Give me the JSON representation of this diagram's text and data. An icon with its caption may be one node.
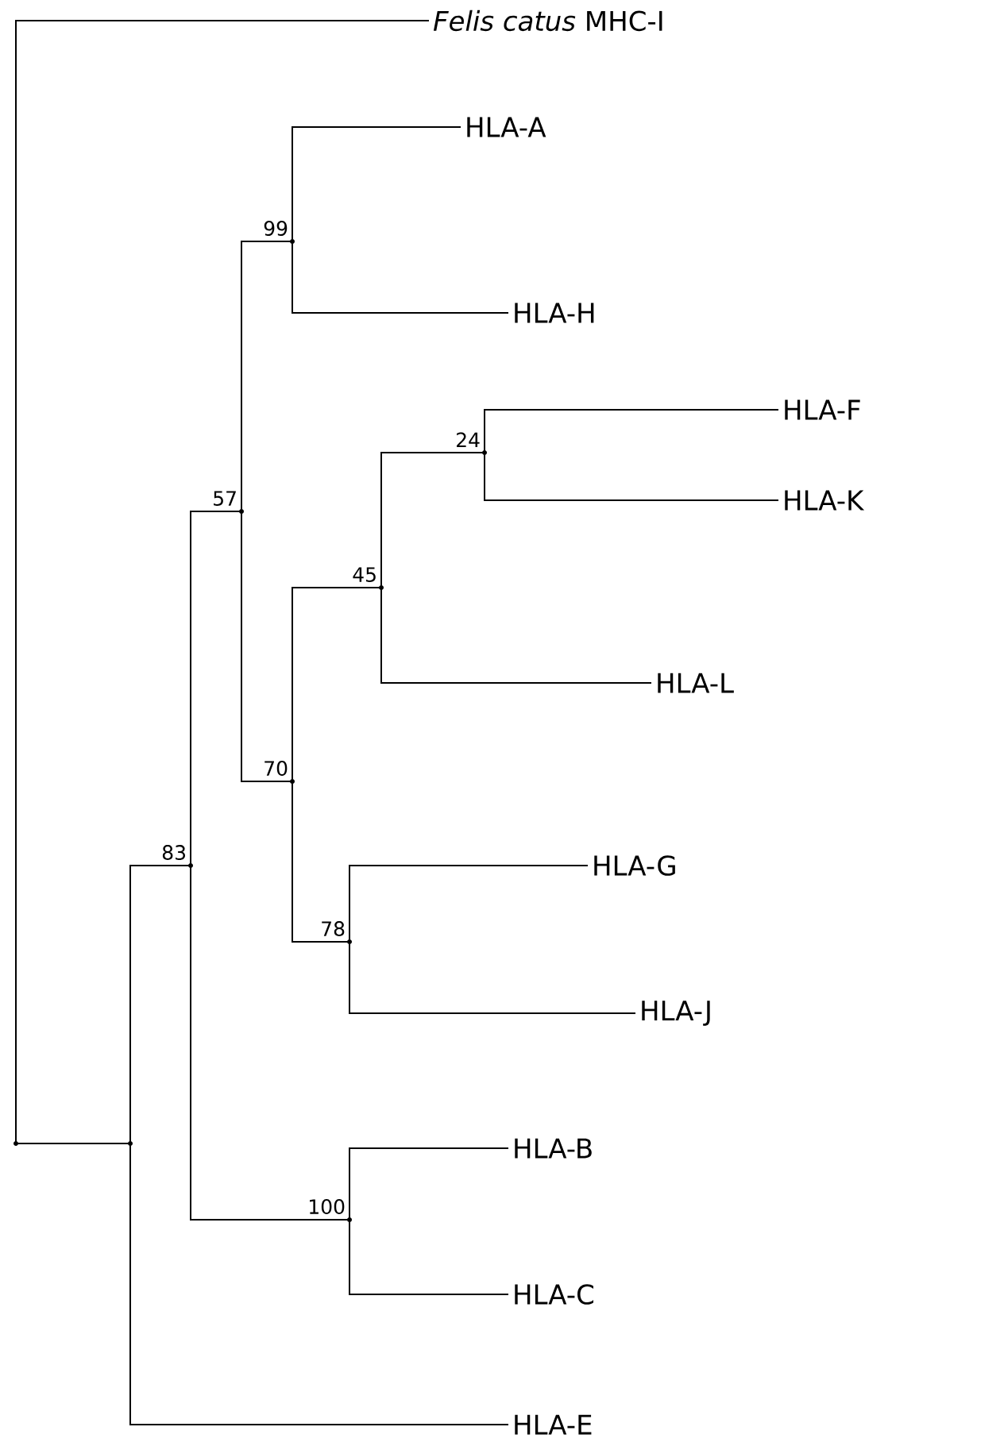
{
  "diagram": {
    "nodes": [
      {
        "text": [],
        "shape": "point"
      },
      {
        "text": [
          "*Felis catus* MHC-I"
        ]
      },
      {
        "text": [],
        "shape": "point"
      },
      {
        "text": [],
        "shape": "point",
        "beside": [
          "83"
        ]
      },
      {
        "text": [],
        "shape": "point",
        "beside": [
          "57"
        ]
      },
      {
        "text": [],
        "shape": "point",
        "beside": [
          "99"
        ]
      },
      {
        "text": [
          "HLA-A"
        ]
      },
      {
        "text": [
          "HLA-H"
        ]
      },
      {
        "text": [],
        "shape": "point",
        "beside": [
          "70"
        ]
      },
      {
        "text": [],
        "shape": "point",
        "beside": [
          "45"
        ]
      },
      {
        "text": [],
        "shape": "point",
        "beside": [
          "24"
        ]
      },
      {
        "text": [
          "HLA-F"
        ]
      },
      {
        "text": [
          "HLA-K"
        ]
      },
      {
        "text": [
          "HLA-L"
        ]
      },
      {
        "text": [],
        "shape": "point",
        "beside": [
          "78"
        ]
      },
      {
        "text": [
          "HLA-G"
        ]
      },
      {
        "text": [
          "HLA-J"
        ]
      },
      {
        "text": [],
        "shape": "point",
        "beside": [
          "100"
        ]
      },
      {
        "text": [
          "HLA-B"
        ]
      },
      {
        "text": [
          "HLA-C"
        ]
      },
      {
        "text": [
          "HLA-E"
        ]
      }
    ],
    "edges": [
      {
        "from": 0,
        "to": 1,
        "arrow": "none"
      },
      {
        "from": 0,
        "to": 2,
        "arrow": "none"
      },
      {
        "from": 2,
        "to": 3,
        "arrow": "none"
      },
      {
        "from": 2,
        "to": 20,
        "arrow": "none"
      },
      {
        "from": 3,
        "to": 4,
        "arrow": "none"
      },
      {
        "from": 3,
        "to": 17,
        "arrow": "none"
      },
      {
        "from": 4,
        "to": 5,
        "arrow": "none"
      },
      {
        "from": 4,
        "to": 8,
        "arrow": "none"
      },
      {
        "from": 5,
        "to": 6,
        "arrow": "none"
      },
      {
        "from": 5,
        "to": 7,
        "arrow": "none"
      },
      {
        "from": 8,
        "to": 9,
        "arrow": "none"
      },
      {
        "from": 8,
        "to": 14,
        "arrow": "none"
      },
      {
        "from": 9,
        "to": 10,
        "arrow": "none"
      },
      {
        "from": 9,
        "to": 13,
        "arrow": "none"
      },
      {
        "from": 10,
        "to": 11,
        "arrow": "none"
      },
      {
        "from": 10,
        "to": 12,
        "arrow": "none"
      },
      {
        "from": 14,
        "to": 15,
        "arrow": "none"
      },
      {
        "from": 14,
        "to": 16,
        "arrow": "none"
      },
      {
        "from": 17,
        "to": 18,
        "arrow": "none"
      },
      {
        "from": 17,
        "to": 19,
        "arrow": "none"
      }
    ]
  }
}
